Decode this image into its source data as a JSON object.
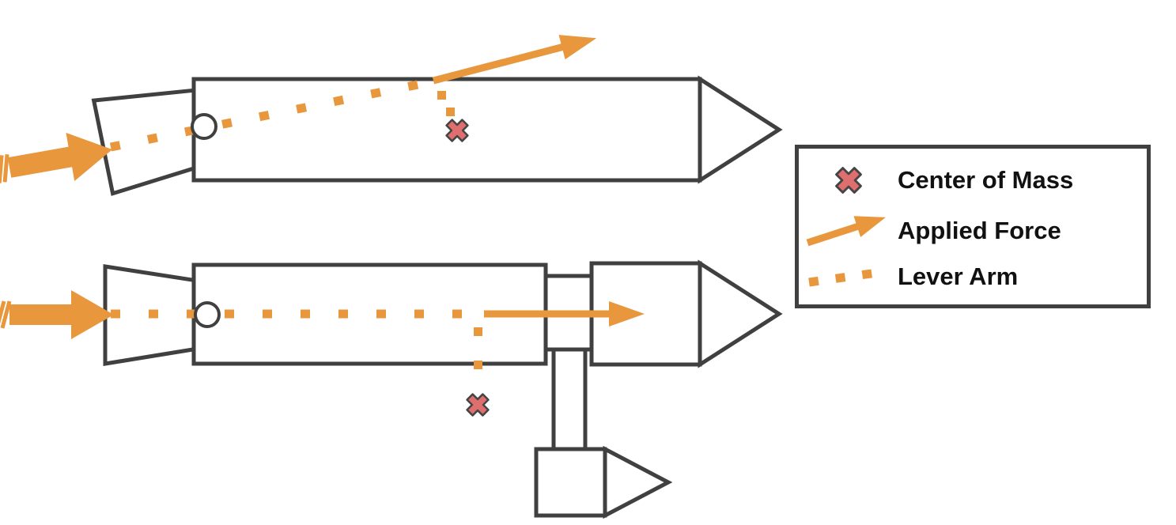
{
  "colors": {
    "outline": "#404040",
    "accent_orange": "#E8973C",
    "center_of_mass_fill": "#DF6E6E",
    "center_of_mass_stroke": "#454545",
    "legend_text": "#111111",
    "background": "#FFFFFF"
  },
  "legend": {
    "items": [
      {
        "icon": "center-of-mass-icon",
        "label": "Center of Mass"
      },
      {
        "icon": "applied-force-icon",
        "label": "Applied Force"
      },
      {
        "icon": "lever-arm-icon",
        "label": "Lever Arm"
      }
    ]
  }
}
